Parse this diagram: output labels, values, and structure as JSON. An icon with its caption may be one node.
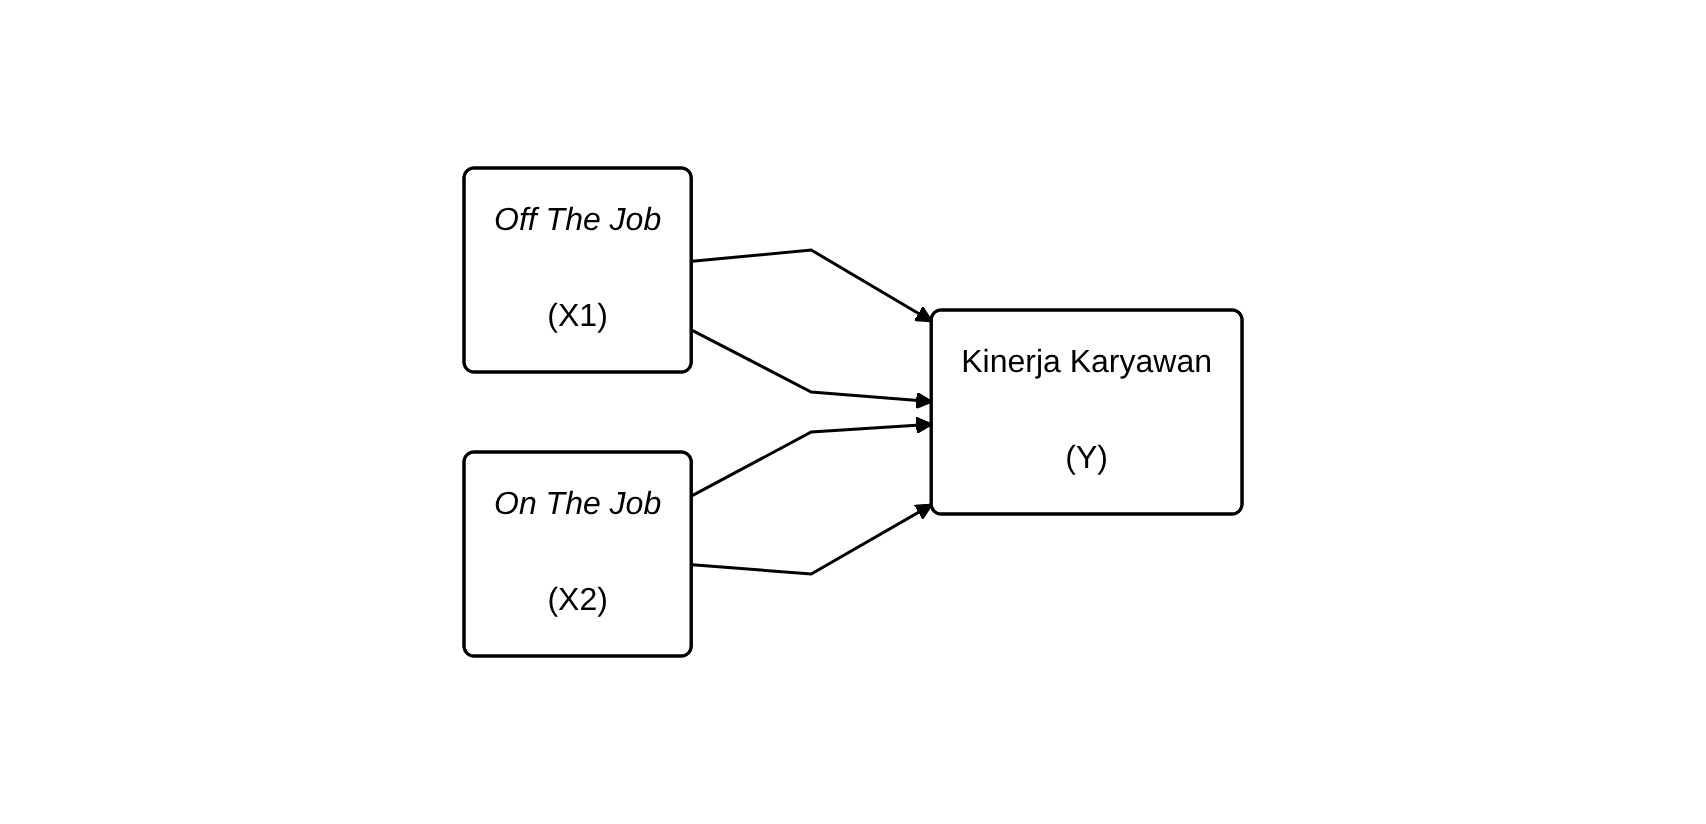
{
  "diagram": {
    "nodes": [
      {
        "text": [
          "Off The Job",
          "(X1)"
        ]
      },
      {
        "text": [
          "On The Job",
          "(X2)"
        ]
      },
      {
        "text": [
          "Kinerja Karyawan",
          "(Y)"
        ]
      }
    ],
    "edges": [
      {
        "from": 0,
        "to": 2,
        "arrow": "to"
      },
      {
        "from": 0,
        "to": 2,
        "arrow": "to"
      },
      {
        "from": 1,
        "to": 2,
        "arrow": "to"
      },
      {
        "from": 1,
        "to": 2,
        "arrow": "to"
      }
    ]
  }
}
